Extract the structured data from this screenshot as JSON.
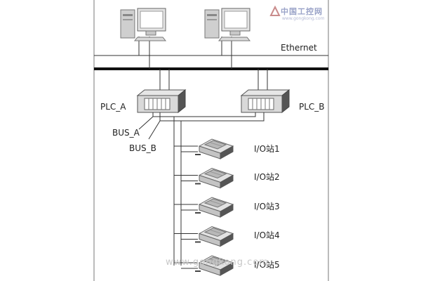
{
  "labels": {
    "network": "Ethernet",
    "plc_a": "PLC_A",
    "plc_b": "PLC_B",
    "bus_a": "BUS_A",
    "bus_b": "BUS_B"
  },
  "io_stations": [
    {
      "label": "I/O站1"
    },
    {
      "label": "I/O站2"
    },
    {
      "label": "I/O站3"
    },
    {
      "label": "I/O站4"
    },
    {
      "label": "I/O站5"
    }
  ],
  "watermark": {
    "title": "中国工控网",
    "subtitle": "www.gongkong.com",
    "bottom": "www.gongkong.com"
  },
  "colors": {
    "line": "#222222",
    "frame": "#666666",
    "device_body": "#d6d6d6",
    "device_dark": "#555555"
  }
}
